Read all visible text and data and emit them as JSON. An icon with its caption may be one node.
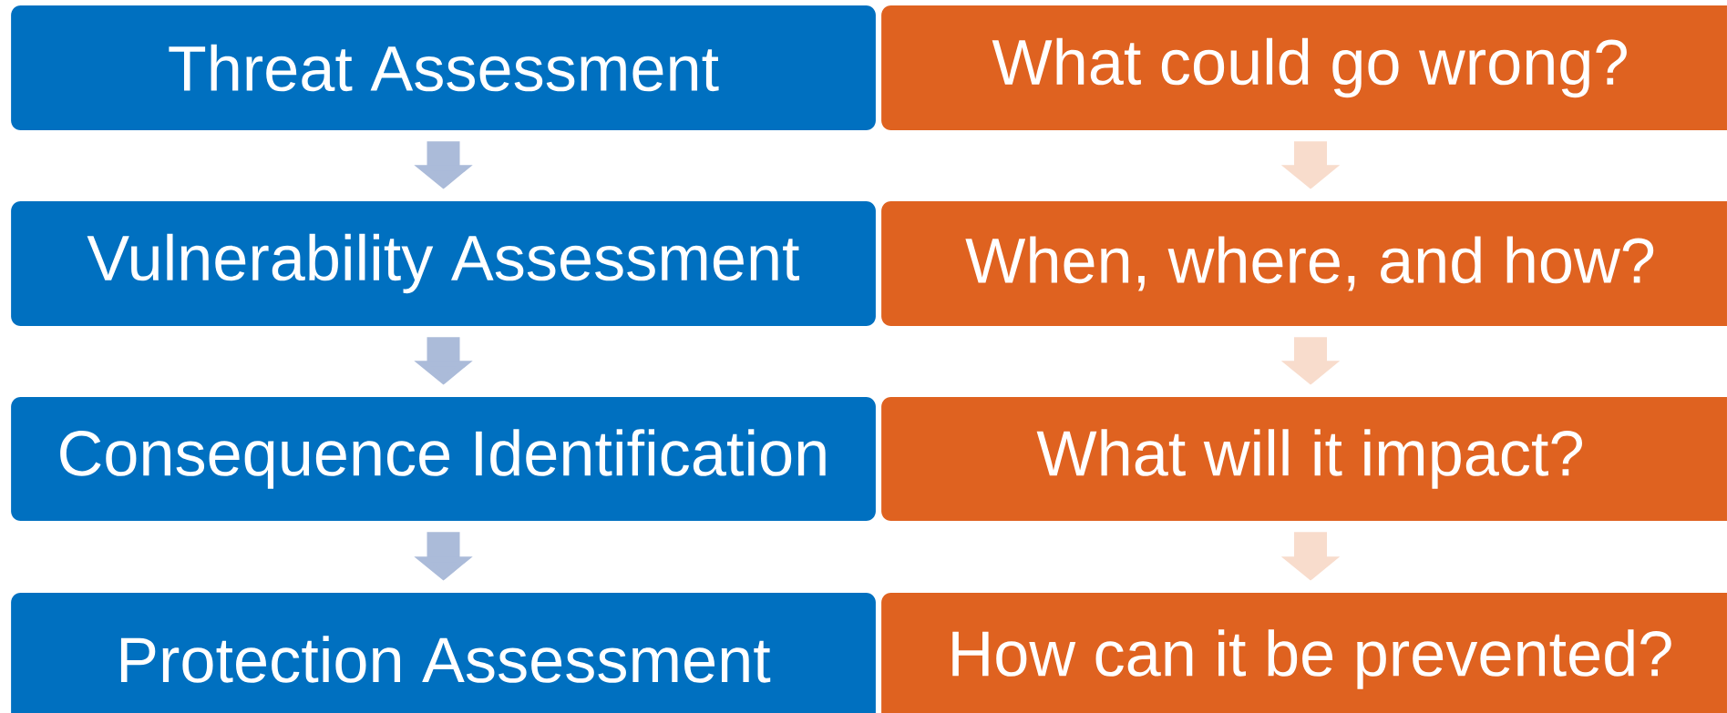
{
  "diagram": {
    "nodes": [
      {
        "text": [
          "Threat Assessment"
        ]
      },
      {
        "text": [
          "What could go wrong?"
        ]
      },
      {
        "text": [
          "Vulnerability Assessment"
        ]
      },
      {
        "text": [
          "When, where, and how?"
        ]
      },
      {
        "text": [
          "Consequence Identification"
        ]
      },
      {
        "text": [
          "What will it impact?"
        ]
      },
      {
        "text": [
          "Protection Assessment"
        ]
      },
      {
        "text": [
          "How can it be prevented?"
        ]
      }
    ],
    "edges": [
      {
        "from": 0,
        "to": 2,
        "arrow": "to",
        "color": "#abbbd9"
      },
      {
        "from": 2,
        "to": 4,
        "arrow": "to",
        "color": "#abbbd9"
      },
      {
        "from": 4,
        "to": 6,
        "arrow": "to",
        "color": "#abbbd9"
      },
      {
        "from": 1,
        "to": 3,
        "arrow": "to",
        "color": "#f8dccc"
      },
      {
        "from": 3,
        "to": 5,
        "arrow": "to",
        "color": "#f8dccc"
      },
      {
        "from": 5,
        "to": 7,
        "arrow": "to",
        "color": "#f8dccc"
      }
    ]
  }
}
